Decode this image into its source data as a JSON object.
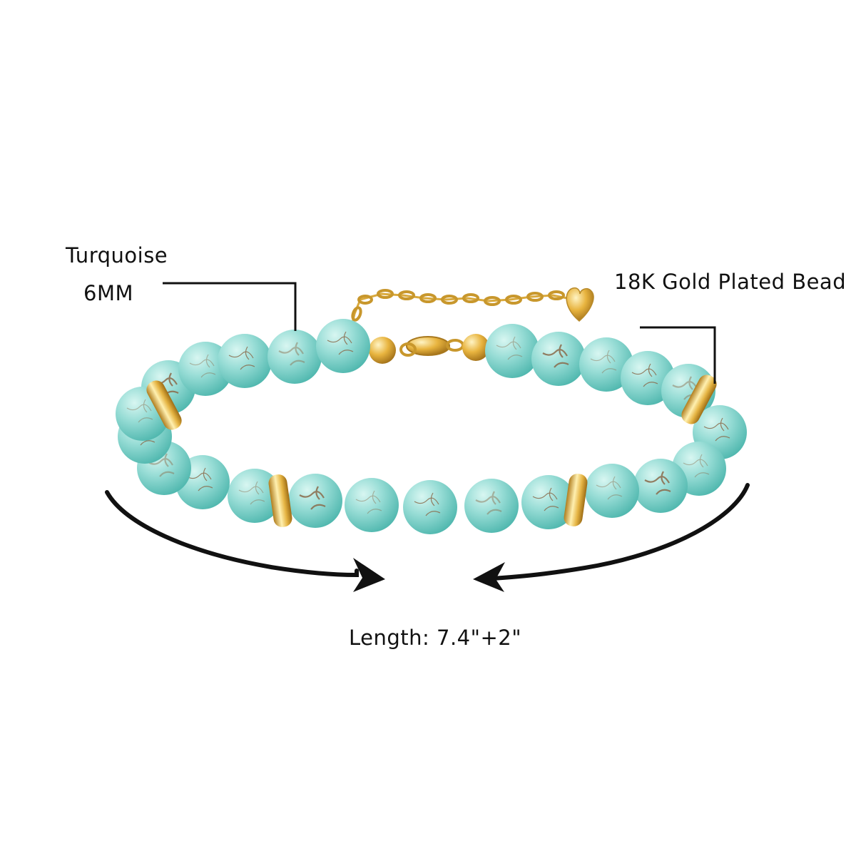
{
  "labels": {
    "stone_name": "Turquoise",
    "stone_size": "6MM",
    "spacer": "18K Gold Plated Bead",
    "length": "Length: 7.4\"+2\""
  },
  "colors": {
    "turquoise": "#8fd8d2",
    "turquoise_light": "#c6efe9",
    "matrix": "#8a6a4a",
    "gold": "#e9b94a",
    "gold_light": "#fff1b8",
    "line": "#111111"
  }
}
